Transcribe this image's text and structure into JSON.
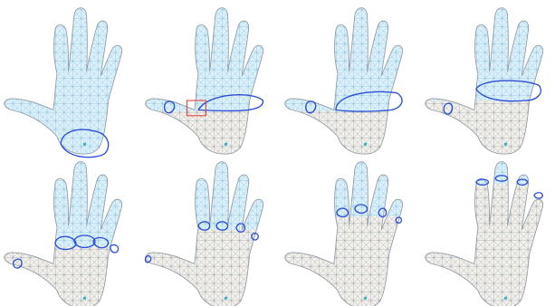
{
  "figure": {
    "panel_count": 8,
    "colors": {
      "mesh_fill_blue": "#dcf1fb",
      "mesh_fill_beige": "#f4f1ec",
      "mesh_line": "#8f9aa2",
      "mesh_line_blue": "#7fb8d4",
      "cut_curve": "#2b4fd6",
      "centroid_point": "#3aaec7",
      "highlight_box": "#e0402f"
    },
    "panels": [
      {
        "cut": "wrist",
        "highlight_box": false
      },
      {
        "cut": "palm-upper",
        "highlight_box": true
      },
      {
        "cut": "palm-middle",
        "highlight_box": false
      },
      {
        "cut": "knuckles-high",
        "highlight_box": false
      },
      {
        "cut": "finger-bases",
        "highlight_box": false
      },
      {
        "cut": "finger-lower",
        "highlight_box": false
      },
      {
        "cut": "finger-middle",
        "highlight_box": false
      },
      {
        "cut": "finger-tips",
        "highlight_box": false
      }
    ]
  }
}
